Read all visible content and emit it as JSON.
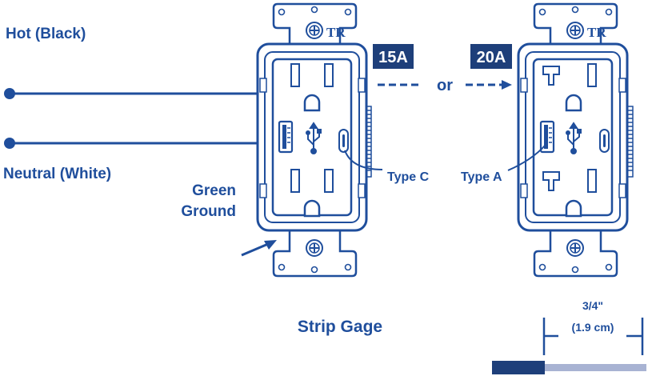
{
  "labels": {
    "hot": "Hot (Black)",
    "neutral": "Neutral (White)",
    "green": "Green",
    "ground": "Ground",
    "amp15": "15A",
    "amp20": "20A",
    "or": "or",
    "type_c": "Type C",
    "type_a": "Type A",
    "strip_gage": "Strip Gage",
    "measure_in": "3/4\"",
    "measure_cm": "(1.9 cm)",
    "tr_mark": "TR"
  },
  "colors": {
    "line": "#1f4e9c",
    "dark": "#1e3f7a",
    "insulation": "#a8b3d3",
    "fill": "#ffffff"
  }
}
